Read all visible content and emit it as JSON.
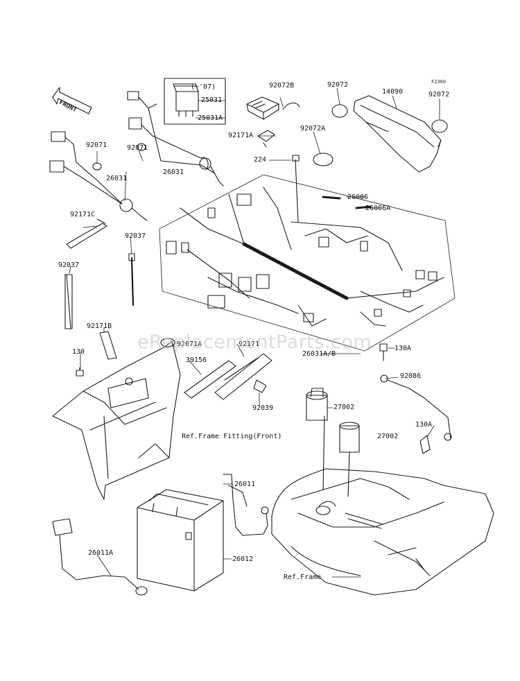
{
  "figure_code": "F2360",
  "watermark": "eReplacementParts.com",
  "front_arrow": "FRONT",
  "part_labels": {
    "p25031": "25031",
    "p25031_year": "(~'07)",
    "p25031A": "25031A",
    "p92072B": "92072B",
    "p92072_a": "92072",
    "p14090": "14090",
    "p92072_b": "92072",
    "p92171A": "92171A",
    "p92072A": "92072A",
    "p92071_a": "92071",
    "p92071_b": "92071",
    "p26031_a": "26031",
    "p26031_b": "26031",
    "p224": "224",
    "p26006": "26006",
    "p26006A": "26006A",
    "p92171C": "92171C",
    "p92037_a": "92037",
    "p92037_b": "92037",
    "p92171B": "92171B",
    "p130": "130",
    "p92071A": "92071A",
    "p92171": "92171",
    "p39156": "39156",
    "p92039": "92039",
    "p26031AB": "26031A/B",
    "p130A_a": "130A",
    "p92086": "92086",
    "p27002_a": "27002",
    "p27002_b": "27002",
    "p130A_b": "130A",
    "p26011": "26011",
    "p26011A": "26011A",
    "p26012": "26012"
  },
  "references": {
    "frame_fitting": "Ref.Frame Fitting(Front)",
    "frame": "Ref.Frame"
  }
}
